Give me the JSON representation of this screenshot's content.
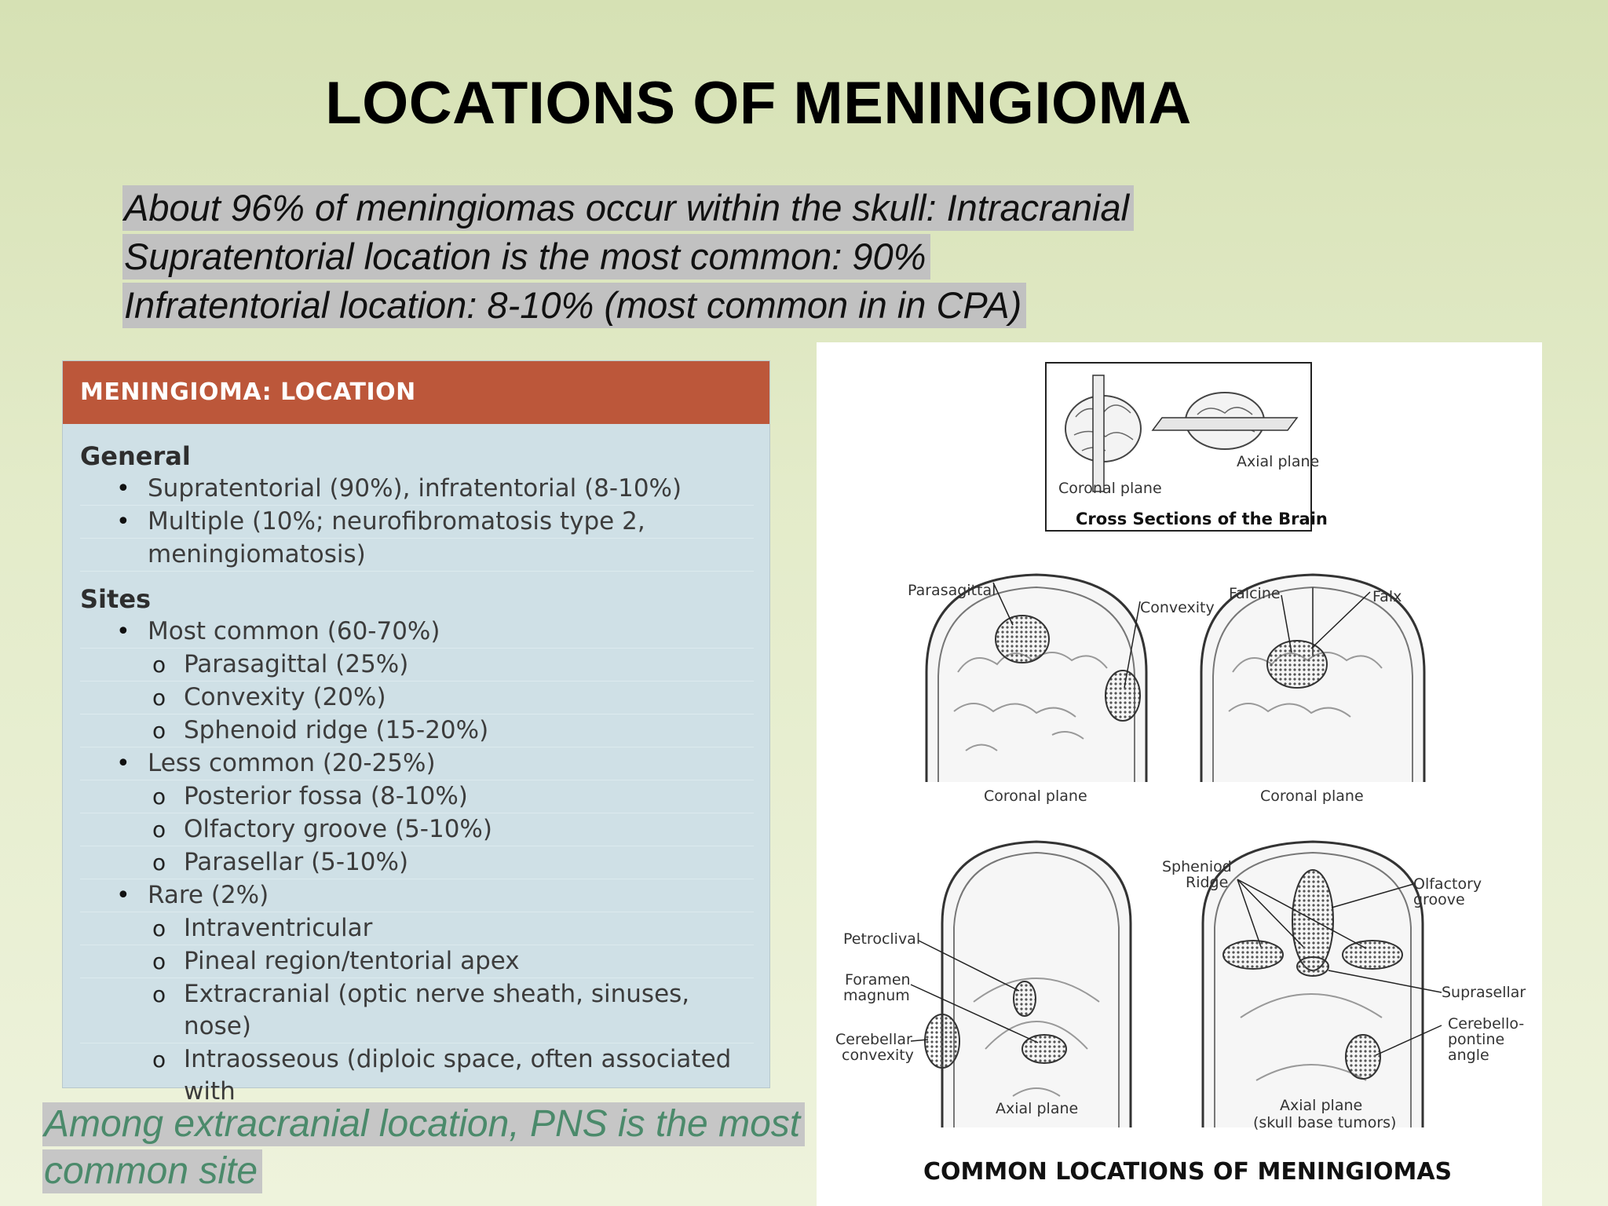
{
  "slide": {
    "title": "LOCATIONS OF MENINGIOMA",
    "intro_lines": [
      "About 96% of meningiomas occur within the skull: Intracranial",
      "Supratentorial location is the most common: 90%",
      "Infratentorial location: 8-10% (most common in in CPA)"
    ],
    "footnote_lines": [
      "Among extracranial location, PNS is the most",
      "common site"
    ]
  },
  "table": {
    "header": "MENINGIOMA: LOCATION",
    "general_heading": "General",
    "general_items": [
      {
        "lines": [
          "Supratentorial (90%), infratentorial (8-10%)"
        ]
      },
      {
        "lines": [
          "Multiple (10%; neurofibromatosis type 2,",
          "meningiomatosis)"
        ]
      }
    ],
    "sites_heading": "Sites",
    "site_groups": [
      {
        "label": "Most common (60-70%)",
        "items": [
          "Parasagittal (25%)",
          "Convexity (20%)",
          "Sphenoid ridge (15-20%)"
        ]
      },
      {
        "label": "Less common (20-25%)",
        "items": [
          "Posterior fossa (8-10%)",
          "Olfactory groove (5-10%)",
          "Parasellar (5-10%)"
        ]
      },
      {
        "label": "Rare (2%)",
        "items": [
          "Intraventricular",
          "Pineal region/tentorial apex",
          "Extracranial (optic nerve sheath, sinuses, nose)",
          "Intraosseous (diploic space, often associated with|arachnoid granulations)"
        ]
      }
    ],
    "bullet": "•",
    "sub_bullet": "o"
  },
  "figure": {
    "inset_caption": "Cross Sections of the Brain",
    "inset_coronal": "Coronal plane",
    "inset_axial": "Axial plane",
    "labels": {
      "parasagittal": "Parasagittal",
      "convexity": "Convexity",
      "falcine": "Falcine",
      "falx": "Falx",
      "coronal_left": "Coronal plane",
      "coronal_right": "Coronal plane",
      "sphenoid_1": "Spheniod",
      "sphenoid_2": "Ridge",
      "olfactory_1": "Olfactory",
      "olfactory_2": "groove",
      "petroclival": "Petroclival",
      "foramen_1": "Foramen",
      "foramen_2": "magnum",
      "cerebellar_1": "Cerebellar",
      "cerebellar_2": "convexity",
      "suprasellar": "Suprasellar",
      "cpa_1": "Cerebello-",
      "cpa_2": "pontine",
      "cpa_3": "angle",
      "axial_left": "Axial plane",
      "axial_right_1": "Axial plane",
      "axial_right_2": "(skull base tumors)"
    },
    "caption": "COMMON LOCATIONS OF MENINGIOMAS"
  }
}
